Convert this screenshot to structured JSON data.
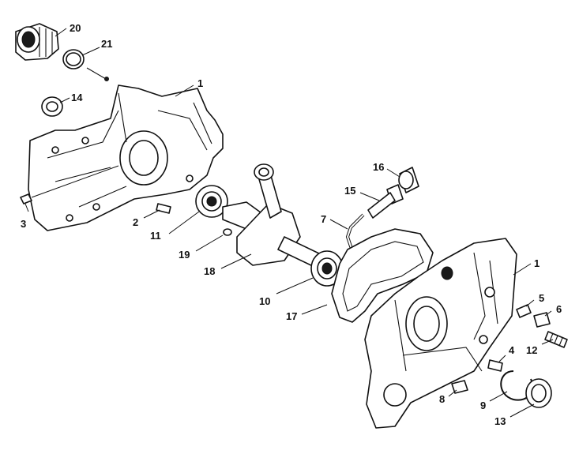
{
  "callouts": [
    {
      "id": "1a",
      "text": "1"
    },
    {
      "id": "1b",
      "text": "1"
    },
    {
      "id": "2",
      "text": "2"
    },
    {
      "id": "3",
      "text": "3"
    },
    {
      "id": "4",
      "text": "4"
    },
    {
      "id": "5",
      "text": "5"
    },
    {
      "id": "6",
      "text": "6"
    },
    {
      "id": "7",
      "text": "7"
    },
    {
      "id": "8",
      "text": "8"
    },
    {
      "id": "9",
      "text": "9"
    },
    {
      "id": "10",
      "text": "10"
    },
    {
      "id": "11",
      "text": "11"
    },
    {
      "id": "12",
      "text": "12"
    },
    {
      "id": "13",
      "text": "13"
    },
    {
      "id": "14",
      "text": "14"
    },
    {
      "id": "15",
      "text": "15"
    },
    {
      "id": "16",
      "text": "16"
    },
    {
      "id": "17",
      "text": "17"
    },
    {
      "id": "18",
      "text": "18"
    },
    {
      "id": "19",
      "text": "19"
    },
    {
      "id": "20",
      "text": "20"
    },
    {
      "id": "21",
      "text": "21"
    }
  ]
}
